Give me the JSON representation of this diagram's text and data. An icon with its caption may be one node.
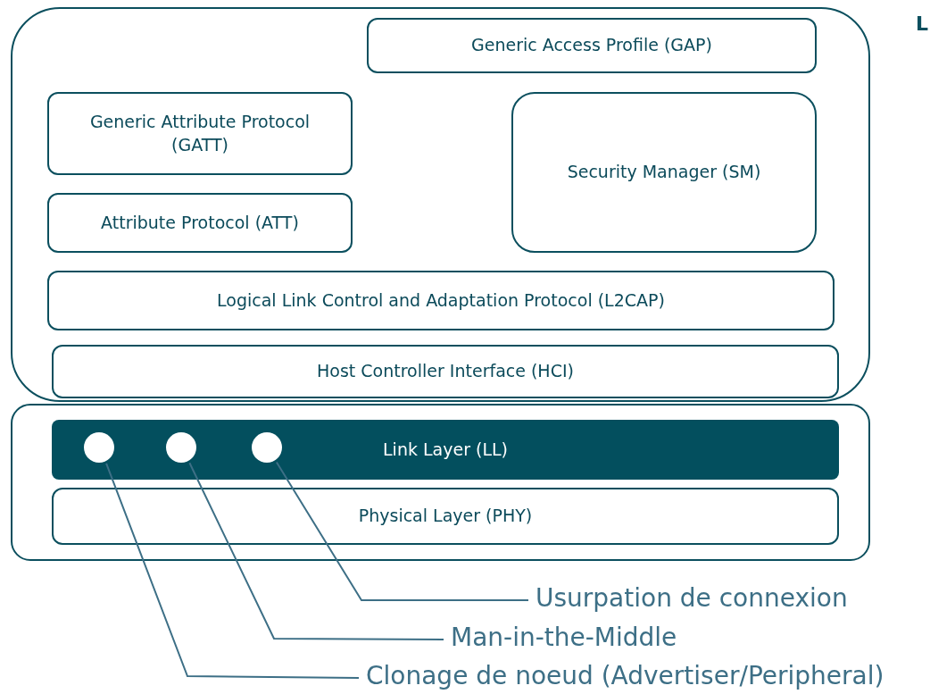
{
  "diagram": {
    "nodes": [
      {
        "text": [],
        "shape": "box"
      },
      {
        "text": [
          "Generic Access Profile (GAP)"
        ],
        "in": 0
      },
      {
        "text": [
          "Generic Attribute Protocol (GATT)"
        ],
        "in": 0
      },
      {
        "text": [
          "Security Manager (SM)"
        ],
        "in": 0
      },
      {
        "text": [
          "Attribute Protocol (ATT)"
        ],
        "in": 0
      },
      {
        "text": [
          "Logical Link Control and Adaptation Protocol (L2CAP)"
        ],
        "in": 0
      },
      {
        "text": [
          "Host Controller Interface (HCI)"
        ],
        "in": 0
      },
      {
        "text": [],
        "shape": "box"
      },
      {
        "text": [
          "Link Layer (LL)"
        ],
        "in": 7
      },
      {
        "text": [],
        "shape": "circle",
        "in": 8
      },
      {
        "text": [],
        "shape": "circle",
        "in": 8
      },
      {
        "text": [],
        "shape": "circle",
        "in": 8
      },
      {
        "text": [
          "Physical Layer (PHY)"
        ],
        "in": 7
      },
      {
        "text": [
          "Usurpation de connexion"
        ]
      },
      {
        "text": [
          "Man-in-the-Middle"
        ]
      },
      {
        "text": [
          "Clonage de noeud (Advertiser/Peripheral)"
        ]
      }
    ],
    "edges": [
      {
        "from": 13,
        "to": 11,
        "arrow": "none"
      },
      {
        "from": 14,
        "to": 10,
        "arrow": "none"
      },
      {
        "from": 15,
        "to": 9,
        "arrow": "none"
      }
    ],
    "labels": [
      "L"
    ]
  }
}
